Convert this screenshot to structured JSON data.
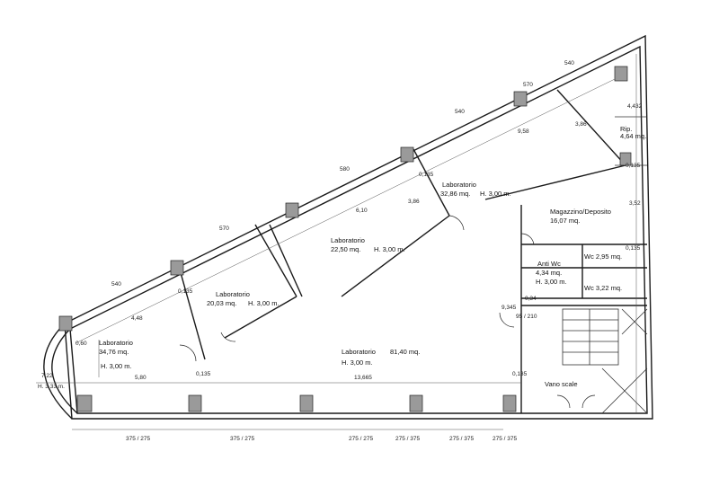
{
  "rooms": {
    "lab_left": {
      "name": "Laboratorio",
      "area": "34,76 mq.",
      "height": "H. 3,00 m."
    },
    "lab_mid": {
      "name": "Laboratorio",
      "area": "20,03 mq.",
      "height": "H. 3,00 m."
    },
    "lab_center": {
      "name": "Laboratorio",
      "area": "22,50 mq.",
      "height": "H. 3,00 m."
    },
    "lab_top": {
      "name": "Laboratorio",
      "area": "32,86 mq.",
      "height": "H. 3,00 m."
    },
    "lab_large": {
      "name": "Laboratorio",
      "area": "81,40 mq.",
      "height": "H. 3,00 m."
    },
    "magazzino": {
      "name": "Magazzino/Deposito",
      "area": "16,07 mq."
    },
    "rip": {
      "name": "Rip.",
      "area": "4,64 mq."
    },
    "wc1": {
      "label": "Wc 2,95 mq."
    },
    "wc2": {
      "label": "Wc 3,22 mq."
    },
    "anti_wc": {
      "name": "Anti Wc",
      "area": "4,34 mq.",
      "height": "H. 3,00 m."
    },
    "stairs": {
      "label": "Vano scale"
    }
  },
  "dimensions": {
    "d_722": "7,22",
    "d_h333": "H. 3,33 m.",
    "d_580": "5,80",
    "d_13665": "13,665",
    "d_0135_a": "0,135",
    "d_0135_b": "0,135",
    "d_0135_c": "0,135",
    "d_0135_d": "0,135",
    "d_0135_e": "0,135",
    "d_0135_f": "0,135",
    "d_060": "0,60",
    "d_448": "4,48",
    "d_610": "6,10",
    "d_958": "9,58",
    "d_386a": "3,86",
    "d_386b": "3,86",
    "d_352": "3,52",
    "d_4432": "4,432",
    "d_034": "0,34",
    "d_9345": "9,345",
    "d_95_210": "95 / 210",
    "b_375_275_1": "375 / 275",
    "b_375_275_2": "375 / 275",
    "b_275_275_3": "275 / 275",
    "b_275_375_4": "275 / 375",
    "b_275_375_5": "275 / 375",
    "b_275_375_6": "275 / 375",
    "t_540_1": "540",
    "t_570_2": "570",
    "t_580_3": "580",
    "t_540_4": "540",
    "t_570_5": "570",
    "t_540_6": "540"
  }
}
